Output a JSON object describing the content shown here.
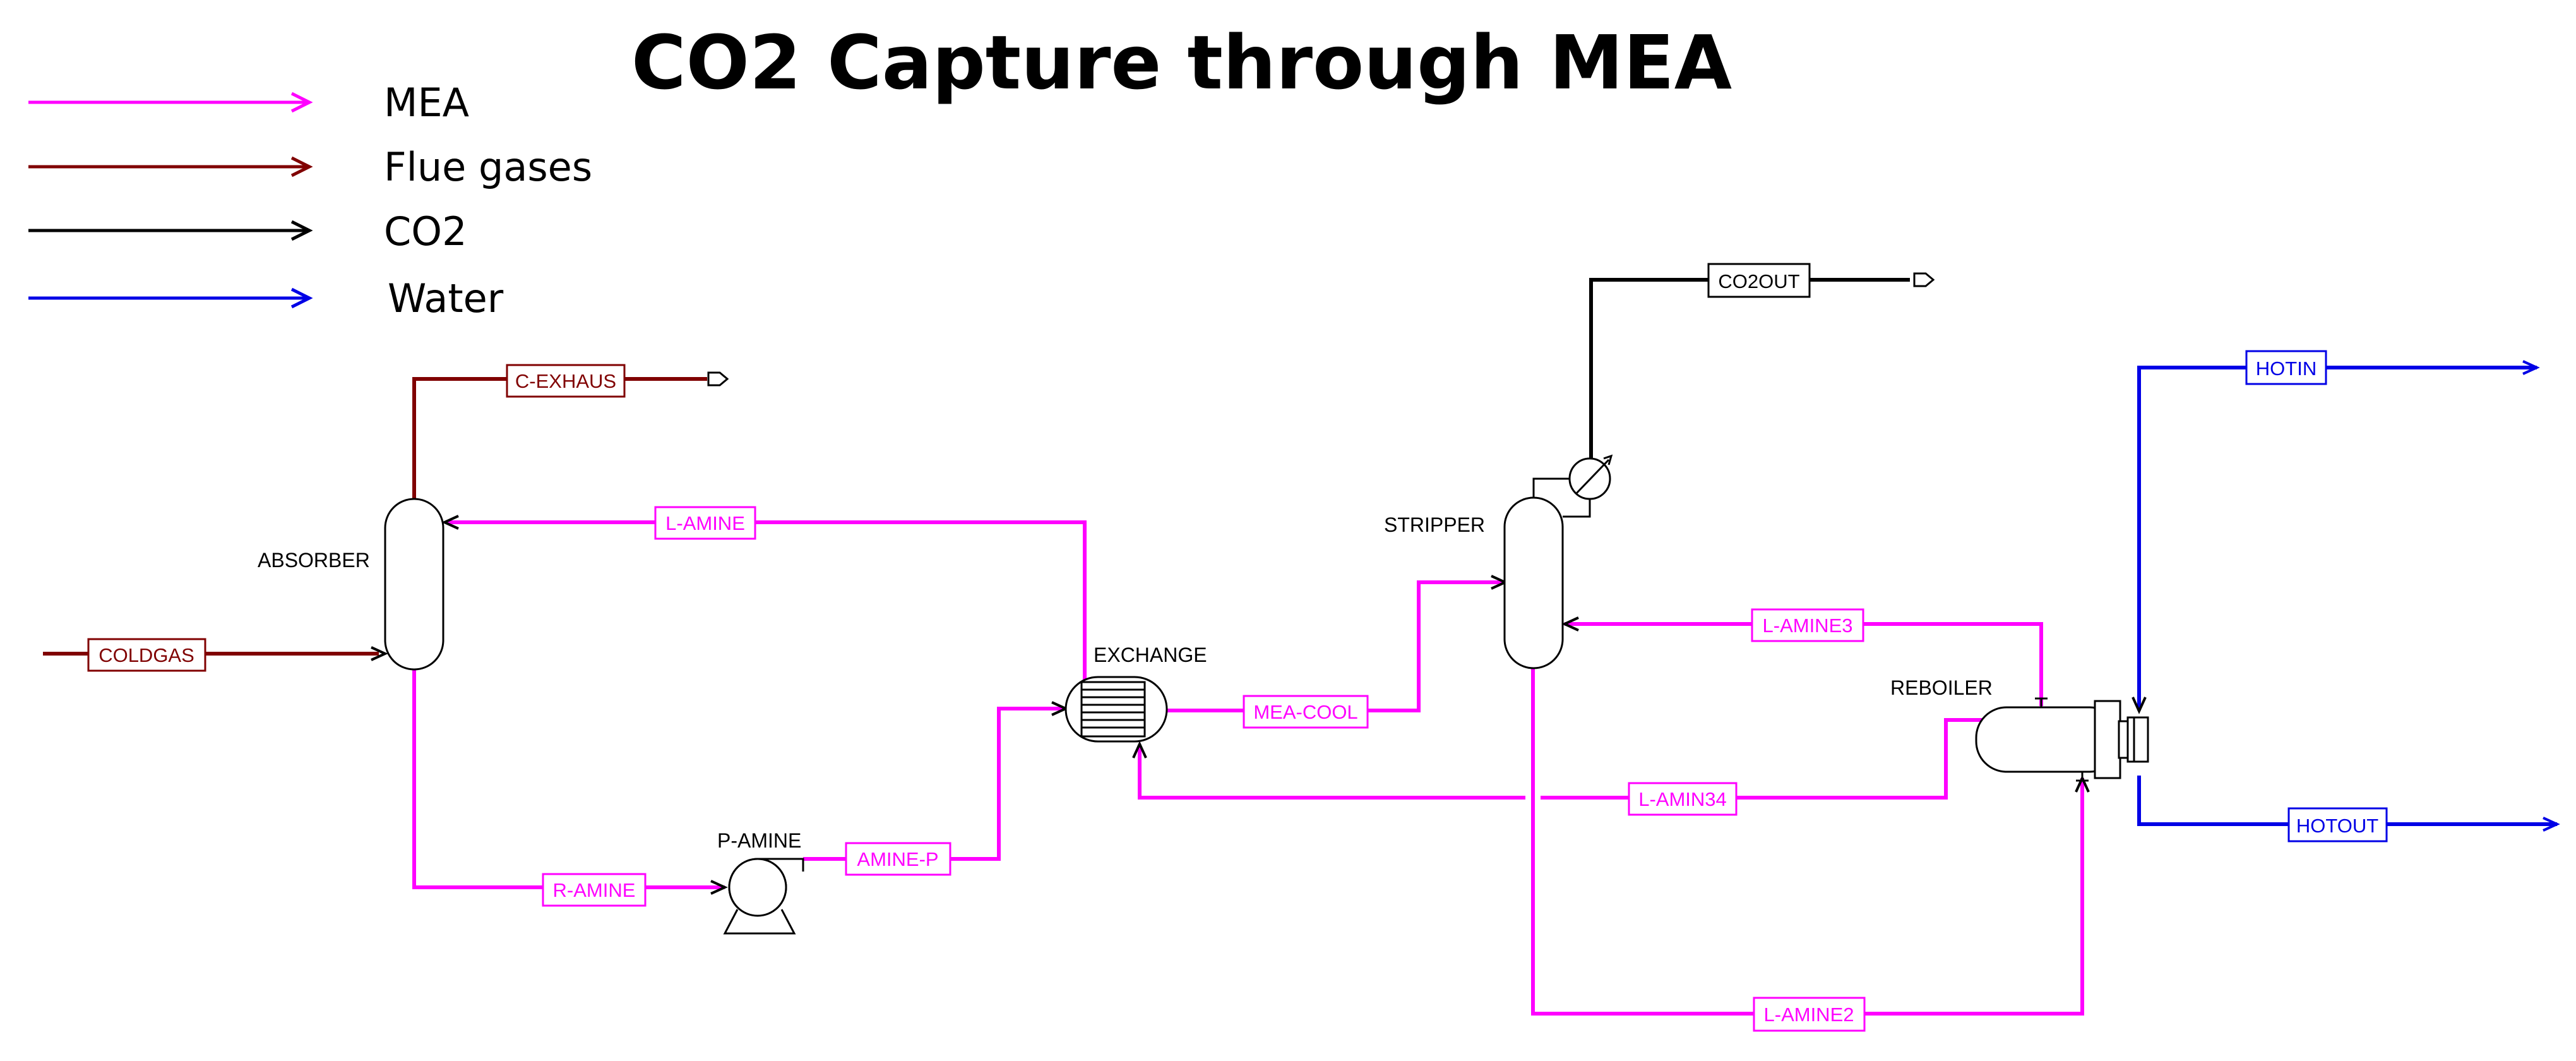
{
  "title": "CO2 Capture through MEA",
  "colors": {
    "mea": "#ff00ff",
    "flue": "#800000",
    "co2": "#000000",
    "water": "#0000e6"
  },
  "legend": [
    {
      "label": "MEA",
      "color": "#ff00ff"
    },
    {
      "label": "Flue gases",
      "color": "#800000"
    },
    {
      "label": "CO2",
      "color": "#000000"
    },
    {
      "label": "Water",
      "color": "#0000e6"
    }
  ],
  "units": {
    "absorber": "ABSORBER",
    "stripper": "STRIPPER",
    "exchange": "EXCHANGE",
    "reboiler": "REBOILER",
    "pump": "P-AMINE"
  },
  "streams": {
    "coldgas": "COLDGAS",
    "c_exhaus": "C-EXHAUS",
    "l_amine": "L-AMINE",
    "r_amine": "R-AMINE",
    "amine_p": "AMINE-P",
    "mea_cool": "MEA-COOL",
    "co2out": "CO2OUT",
    "l_amine3": "L-AMINE3",
    "l_amin34": "L-AMIN34",
    "l_amine2": "L-AMINE2",
    "hotin": "HOTIN",
    "hotout": "HOTOUT"
  }
}
